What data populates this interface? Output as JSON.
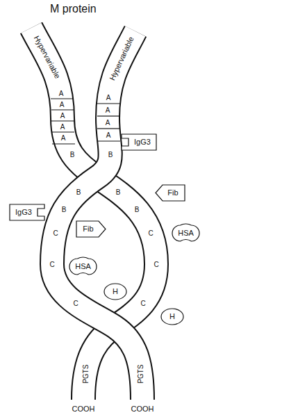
{
  "diagram": {
    "title": "M protein",
    "nodes": [
      {
        "text": [
          "IgG3"
        ]
      },
      {
        "text": [
          "Fib"
        ]
      },
      {
        "text": [
          "IgG3"
        ]
      },
      {
        "text": [
          "Fib"
        ]
      },
      {
        "text": [
          "HSA"
        ]
      },
      {
        "text": [
          "HSA"
        ]
      },
      {
        "text": [
          "H"
        ]
      },
      {
        "text": [
          "H"
        ]
      }
    ],
    "labels": [
      "Hypervariable",
      "Hypervariable",
      "A",
      "A",
      "A",
      "A",
      "A",
      "A",
      "A",
      "A",
      "A",
      "B",
      "B",
      "B",
      "B",
      "B",
      "B",
      "C",
      "C",
      "C",
      "C",
      "C",
      "C",
      "PGTS",
      "PGTS",
      "COOH",
      "COOH"
    ]
  }
}
